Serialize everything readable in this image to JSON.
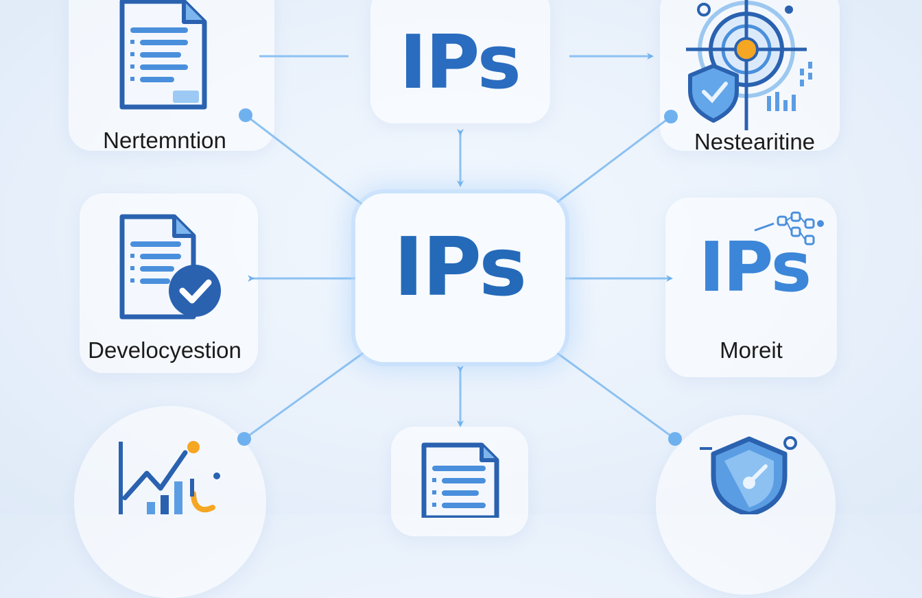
{
  "nodes": {
    "top_title": "IPs",
    "center_title": "IPs",
    "right_title": "IPs",
    "top_left_label": "Nertemntion",
    "top_right_label": "Nestearitine",
    "mid_left_label": "Develocyestion",
    "mid_right_label": "Moreit"
  },
  "colors": {
    "primary_blue": "#2a6cbf",
    "light_blue": "#6fb1ee",
    "accent_orange": "#f5a623",
    "background": "#eaf2fc"
  },
  "icons": {
    "top_left": "document-icon",
    "top_right": "shield-target-icon",
    "mid_left": "document-check-icon",
    "mid_right": "network-nodes-icon",
    "bottom_left": "growth-chart-icon",
    "bottom_center": "document-icon",
    "bottom_right": "shield-icon"
  }
}
